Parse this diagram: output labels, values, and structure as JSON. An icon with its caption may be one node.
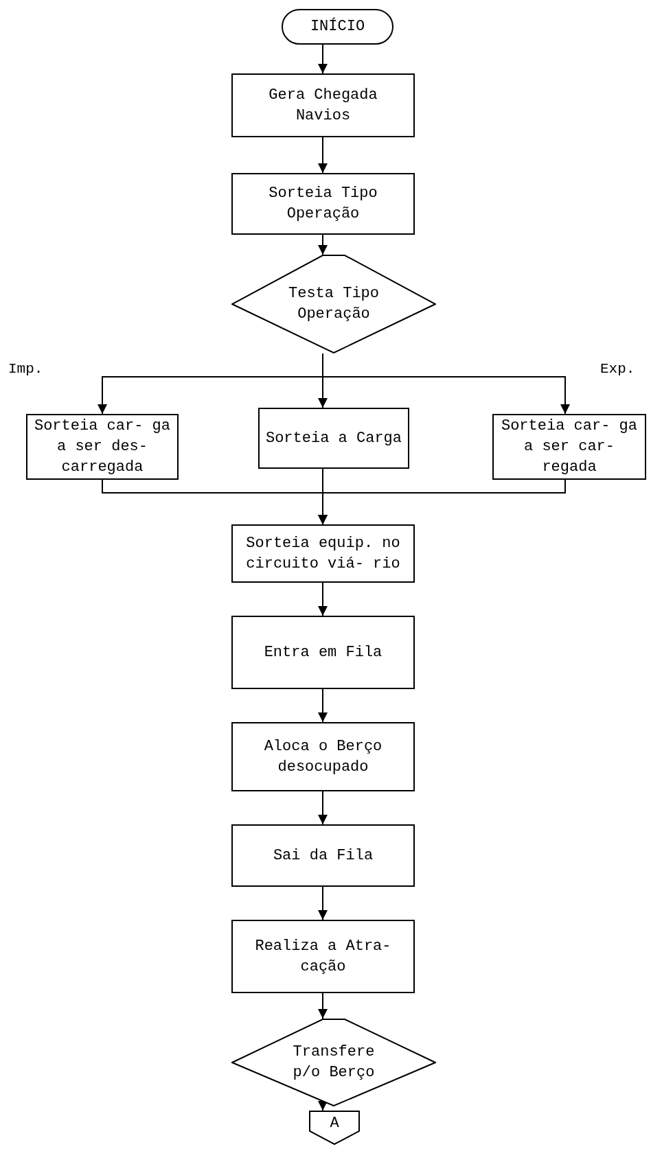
{
  "diagram": {
    "nodes": [
      {
        "text": [
          "INÍCIO"
        ]
      },
      {
        "text": [
          "Gera Chegada Navios"
        ]
      },
      {
        "text": [
          "Sorteia Tipo Operação"
        ]
      },
      {
        "text": [
          "Testa Tipo Operação"
        ]
      },
      {
        "text": [
          "Sorteia car- ga a ser des- carregada"
        ]
      },
      {
        "text": [
          "Sorteia a Carga"
        ]
      },
      {
        "text": [
          "Sorteia car- ga a ser car- regada"
        ]
      },
      {
        "text": [
          "Sorteia equip. no circuito viá- rio"
        ]
      },
      {
        "text": [
          "Entra em Fila"
        ]
      },
      {
        "text": [
          "Aloca o Berço desocupado"
        ]
      },
      {
        "text": [
          "Sai da Fila"
        ]
      },
      {
        "text": [
          "Realiza a Atra- cação"
        ]
      },
      {
        "text": [
          "Transfere p/o Berço"
        ]
      },
      {
        "text": [
          "A"
        ]
      }
    ],
    "edges": [
      {
        "from": 0,
        "to": 1,
        "arrow": "to"
      },
      {
        "from": 1,
        "to": 2,
        "arrow": "to"
      },
      {
        "from": 2,
        "to": 3,
        "arrow": "to"
      },
      {
        "from": 3,
        "to": 4,
        "arrow": "to",
        "label": "Imp."
      },
      {
        "from": 3,
        "to": 5,
        "arrow": "to"
      },
      {
        "from": 3,
        "to": 6,
        "arrow": "to",
        "label": "Exp."
      },
      {
        "from": 4,
        "to": 7,
        "arrow": "to"
      },
      {
        "from": 5,
        "to": 7,
        "arrow": "to"
      },
      {
        "from": 6,
        "to": 7,
        "arrow": "to"
      },
      {
        "from": 7,
        "to": 8,
        "arrow": "to"
      },
      {
        "from": 8,
        "to": 9,
        "arrow": "to"
      },
      {
        "from": 9,
        "to": 10,
        "arrow": "to"
      },
      {
        "from": 10,
        "to": 11,
        "arrow": "to"
      },
      {
        "from": 11,
        "to": 12,
        "arrow": "to"
      },
      {
        "from": 12,
        "to": 13,
        "arrow": "to"
      }
    ]
  }
}
